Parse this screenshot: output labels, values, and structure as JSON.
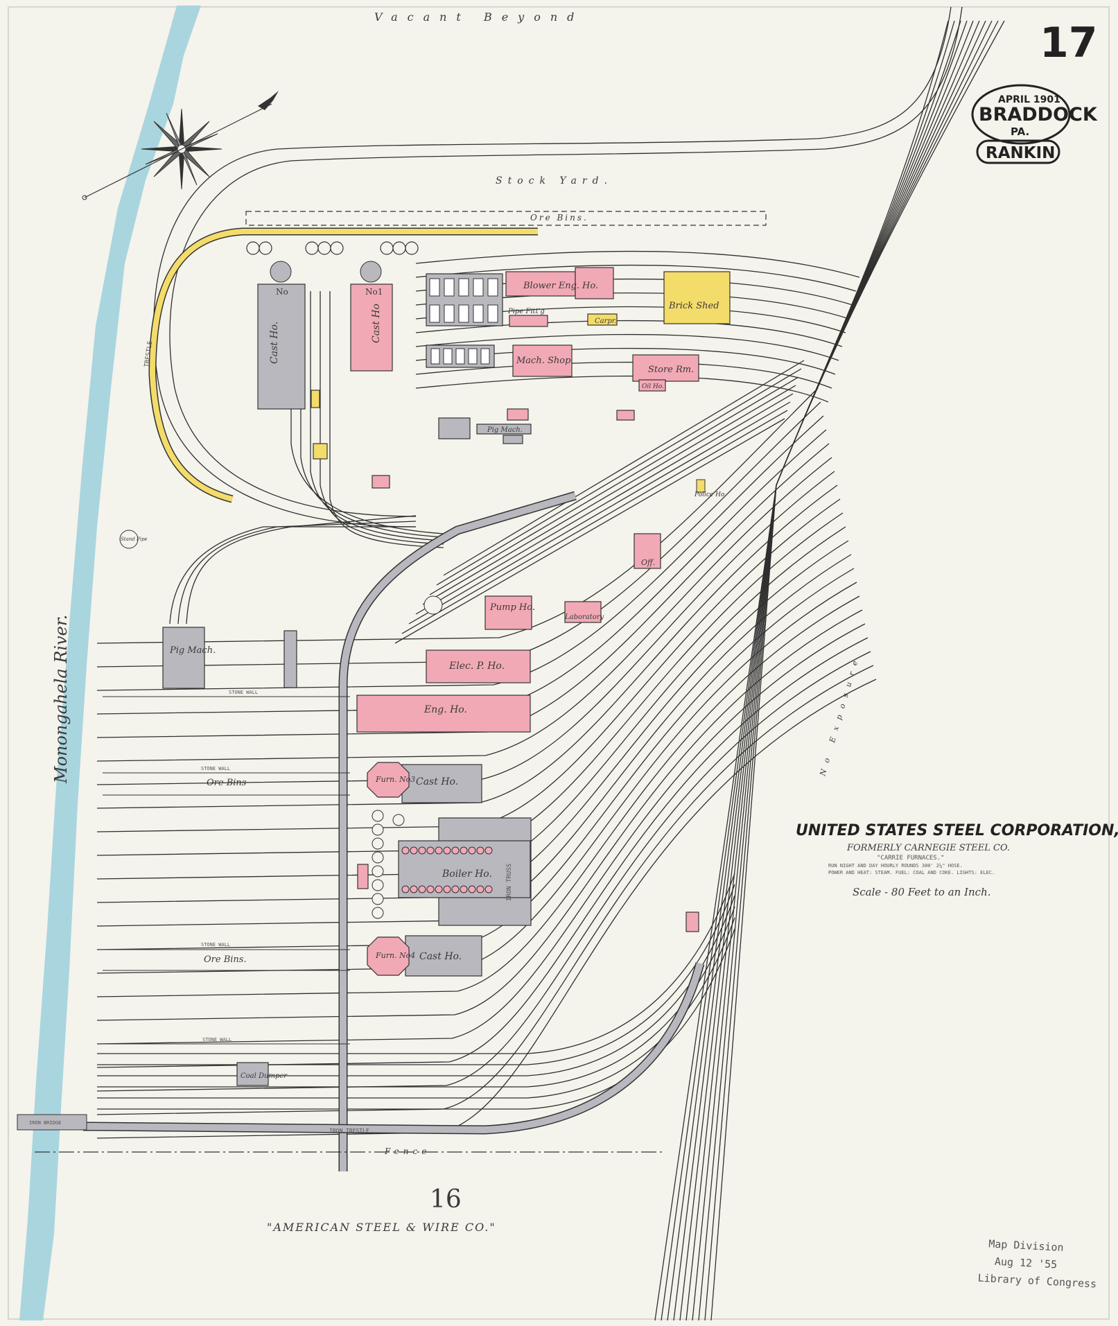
{
  "sheet": {
    "page_number": "17",
    "date": "APRIL 1901",
    "town": "BRADDOCK",
    "state": "PA.",
    "subdivision": "RANKIN",
    "adjacent_sheet": "16",
    "top_note": "Vacant Beyond",
    "right_note": "No Exposure",
    "fence_label": "Fence"
  },
  "colors": {
    "paper": "#f4f3ec",
    "river": "#a9d5df",
    "brick_pink": "#f2a9b6",
    "iron_gray": "#b8b8be",
    "frame_yellow": "#f4dc6a"
  },
  "title_block": {
    "corporation": "UNITED STATES STEEL CORPORATION,",
    "formerly": "FORMERLY CARNEGIE STEEL CO.",
    "works": "\"CARRIE FURNACES.\"",
    "note1": "RUN NIGHT AND DAY HOURLY ROUNDS 300' 2¼\" HOSE.",
    "note2": "POWER AND HEAT: STEAM. FUEL: COAL AND COKE. LIGHTS: ELEC.",
    "scale": "Scale - 80 Feet to an Inch."
  },
  "stamp": {
    "line1": "Map Division",
    "line2": "Aug 12 '55",
    "line3": "Library of Congress"
  },
  "labels": {
    "river": "Monongahela River.",
    "stock_yard": "Stock Yard.",
    "ore_bins_top": "Ore Bins.",
    "trestle": "TRESTLE",
    "cast_ho_west": "Cast Ho.",
    "cast_ho_east": "Cast Ho",
    "furn_no": "No",
    "furn_no1": "No1",
    "blower": "Blower Eng.",
    "blower_ho": "Ho.",
    "brick_shed": "Brick Shed",
    "pipe_fitt": "Pipe Fitt'g",
    "carpr": "Carpr.",
    "mach_shop": "Mach. Shop",
    "store_rm": "Store Rm.",
    "oil_ho": "Oil Ho.",
    "pig_mach_top": "Pig Mach.",
    "police": "Police Ho.",
    "off": "Off.",
    "pump_ho": "Pump Ho.",
    "laboratory": "Laboratory",
    "stand_pipe": "Stand Pipe",
    "pig_mach_w": "Pig Mach.",
    "elec_p_ho": "Elec. P. Ho.",
    "eng_ho": "Eng. Ho.",
    "stone_wall": "STONE WALL",
    "ore_bins_mid": "Ore Bins",
    "ore_bins_low": "Ore Bins.",
    "furn3": "Furn. No3",
    "cast_ho_3": "Cast Ho.",
    "boiler_ho": "Boiler Ho.",
    "iron_truss": "IRON TRUSS",
    "furn4": "Furn. No4",
    "cast_ho_4": "Cast Ho.",
    "coal_dumper": "Coal Dumper",
    "iron_trestle": "IRON TRESTLE",
    "iron_bridge": "IRON BRIDGE",
    "american_steel": "\"AMERICAN STEEL & WIRE CO.\""
  }
}
